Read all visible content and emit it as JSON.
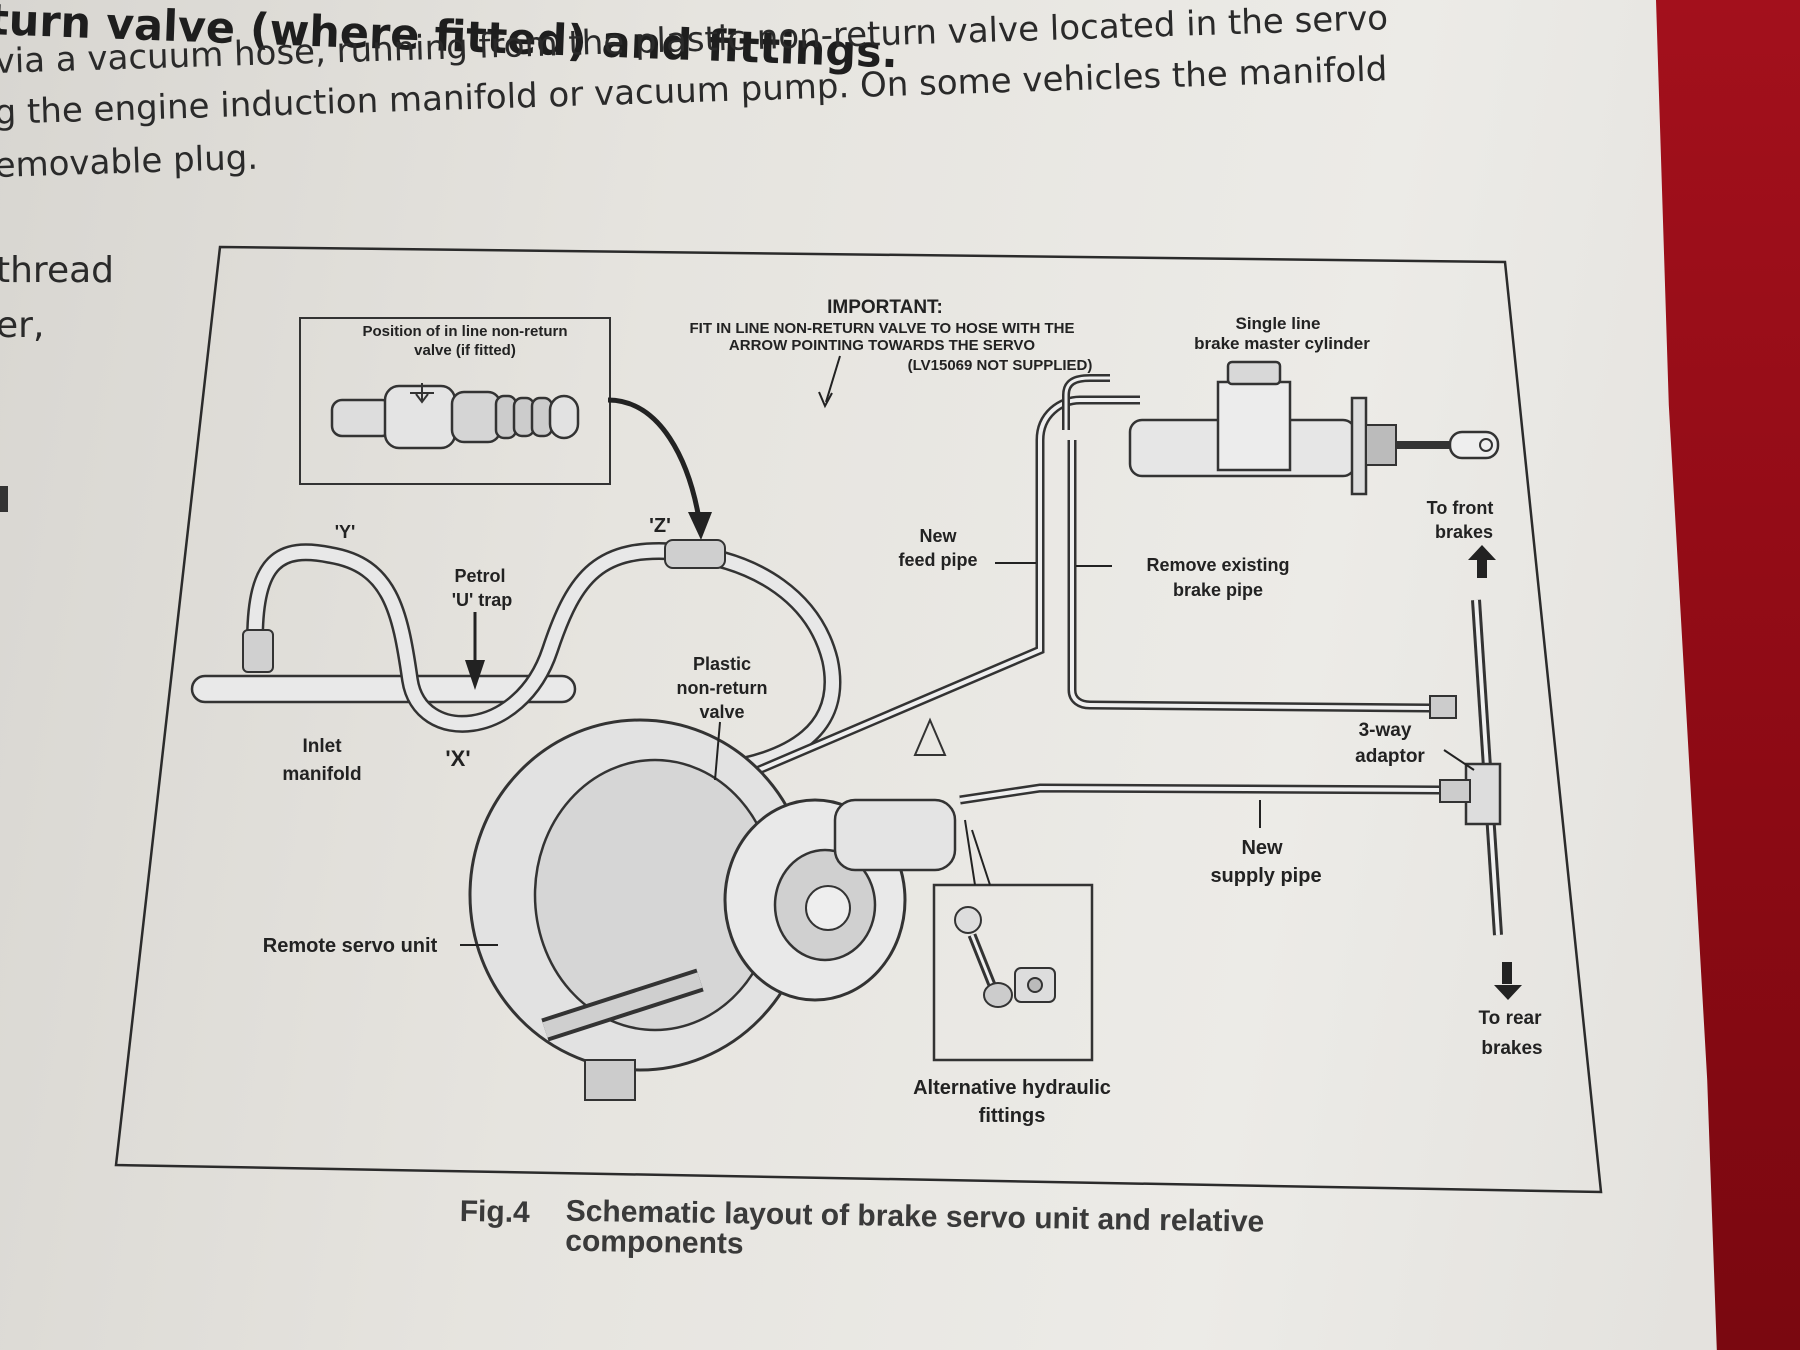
{
  "page": {
    "heading": "eturn valve (where fitted) and fittings.",
    "para_lines": [
      "via a vacuum hose, running from the plastic non-return valve located in the servo",
      "g the engine induction manifold or vacuum pump. On some vehicles the manifold",
      "emovable plug."
    ],
    "side_lines": [
      "thread",
      "er,"
    ]
  },
  "diagram": {
    "important": {
      "title": "IMPORTANT:",
      "line1": "FIT IN LINE NON-RETURN VALVE TO HOSE WITH THE",
      "line2": "ARROW POINTING TOWARDS THE SERVO",
      "line3": "(LV15069 NOT SUPPLIED)"
    },
    "inset_title_1": "Position of in line non-return",
    "inset_title_2": "valve (if fitted)",
    "master_cyl_1": "Single line",
    "master_cyl_2": "brake master cylinder",
    "front_1": "To front",
    "front_2": "brakes",
    "rear_1": "To rear",
    "rear_2": "brakes",
    "feed_1": "New",
    "feed_2": "feed pipe",
    "remove_1": "Remove existing",
    "remove_2": "brake pipe",
    "adaptor_1": "3-way",
    "adaptor_2": "adaptor",
    "supply_1": "New",
    "supply_2": "supply pipe",
    "alt_1": "Alternative hydraulic",
    "alt_2": "fittings",
    "petrol_1": "Petrol",
    "petrol_2": "'U' trap",
    "plastic_1": "Plastic",
    "plastic_2": "non-return",
    "plastic_3": "valve",
    "inlet_1": "Inlet",
    "inlet_2": "manifold",
    "servo": "Remote servo unit",
    "mark_y": "'Y'",
    "mark_z": "'Z'",
    "mark_x": "'X'"
  },
  "caption": {
    "fig": "Fig.4",
    "text": "Schematic layout of brake servo unit and relative components"
  }
}
